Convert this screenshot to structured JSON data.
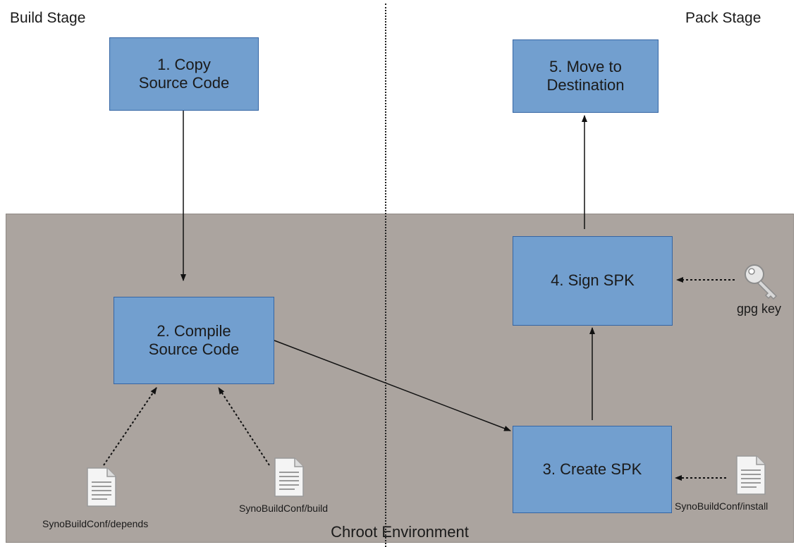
{
  "stages": {
    "build": "Build Stage",
    "pack": "Pack Stage"
  },
  "environment": {
    "label": "Chroot Environment"
  },
  "steps": {
    "copy": "1. Copy\nSource Code",
    "compile": "2. Compile\nSource Code",
    "create": "3. Create SPK",
    "sign": "4. Sign SPK",
    "move": "5. Move to\nDestination"
  },
  "inputs": {
    "depends": "SynoBuildConf/depends",
    "build": "SynoBuildConf/build",
    "install": "SynoBuildConf/install",
    "key": "gpg key"
  },
  "icons": {
    "file": "document-icon",
    "key": "key-icon"
  },
  "colors": {
    "box_fill": "#729fcf",
    "box_border": "#3465a4",
    "environment": "#aba49f"
  }
}
